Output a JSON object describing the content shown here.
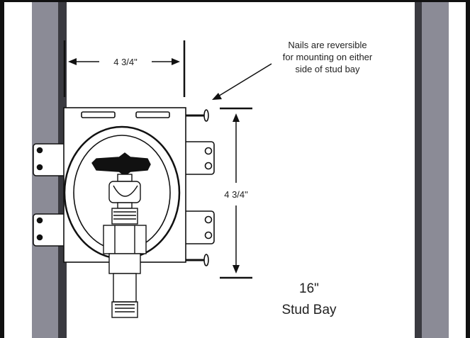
{
  "annotations": {
    "width_dimension": "4 3/4\"",
    "height_dimension": "4 3/4\"",
    "nails_note": [
      "Nails are reversible",
      "for mounting on either",
      "side of stud bay"
    ],
    "stud_bay_size": "16\"",
    "stud_bay_label": "Stud Bay"
  },
  "colors": {
    "stud_fill": "#8b8b96",
    "stud_edge": "#55555e",
    "line": "#111111",
    "background": "#ffffff",
    "box_fill": "#ffffff"
  }
}
